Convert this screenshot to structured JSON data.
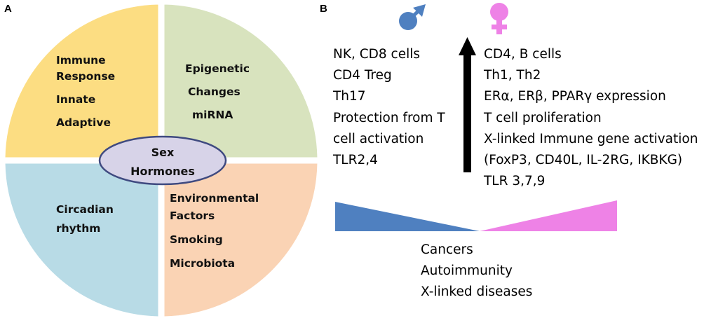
{
  "panel_a": {
    "label": "A",
    "quadrants": {
      "top_left": {
        "lines": [
          "Immune",
          "Response",
          "Innate",
          "Adaptive"
        ],
        "color": "#FCDD82"
      },
      "top_right": {
        "lines": [
          "Epigenetic",
          "Changes",
          "miRNA"
        ],
        "color": "#D8E3BE"
      },
      "bottom_left": {
        "lines": [
          "Circadian",
          "rhythm"
        ],
        "color": "#B8DBE6"
      },
      "bottom_right": {
        "lines": [
          "Environmental",
          "Factors",
          "Smoking",
          "Microbiota"
        ],
        "color": "#FAD3B4"
      }
    },
    "center": {
      "lines": [
        "Sex",
        "Hormones"
      ],
      "fill": "#D7D3E8",
      "stroke": "#3F4A80",
      "small_circle_fill": "#F0D6E0"
    }
  },
  "panel_b": {
    "label": "B",
    "male_icon": {
      "name": "male-symbol-icon",
      "color": "#4F80C0"
    },
    "female_icon": {
      "name": "female-symbol-icon",
      "color": "#EE82E6"
    },
    "male_column": [
      "NK, CD8 cells",
      "CD4 Treg",
      "Th17",
      "Protection from T",
      "cell activation",
      "TLR2,4"
    ],
    "female_column": [
      "CD4, B cells",
      "Th1, Th2",
      "ERα, ERβ, PPARγ expression",
      "T cell proliferation",
      "X-linked Immune gene activation",
      "(FoxP3, CD40L, IL-2RG, IKBKG)",
      "TLR 3,7,9"
    ],
    "arrow_color": "#000000",
    "male_wedge_color": "#4F80C0",
    "female_wedge_color": "#EE82E6",
    "outcomes": [
      "Cancers",
      "Autoimmunity",
      "X-linked diseases"
    ]
  }
}
